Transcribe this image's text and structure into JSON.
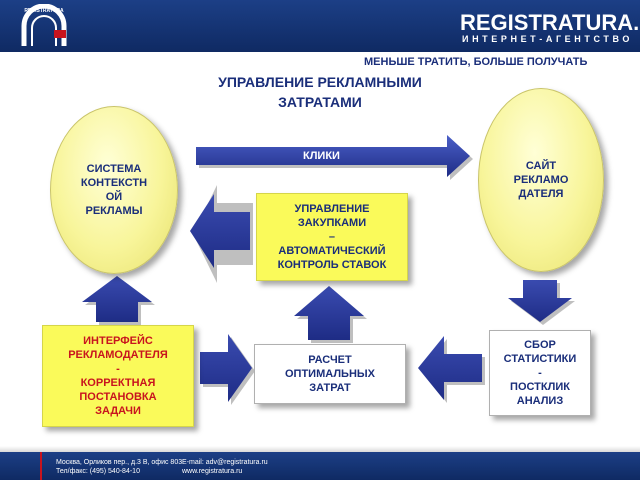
{
  "header": {
    "brand": "REGISTRATURA.RU",
    "brand_sub": "ИНТЕРНЕТ-АГЕНТСТВО",
    "logo_text": "REGISTRATURA"
  },
  "slogan": "МЕНЬШЕ ТРАТИТЬ,  БОЛЬШЕ ПОЛУЧАТЬ",
  "title": {
    "line1": "УПРАВЛЕНИЕ РЕКЛАМНЫМИ",
    "line2": "ЗАТРАТАМИ"
  },
  "nodes": {
    "context_system": [
      "СИСТЕМА",
      "КОНТЕКСТН",
      "ОЙ",
      "РЕКЛАМЫ"
    ],
    "advertiser_site": [
      "САЙТ",
      "РЕКЛАМО",
      "ДАТЕЛЯ"
    ],
    "purchase_mgmt": [
      "УПРАВЛЕНИЕ",
      "ЗАКУПКАМИ",
      "–",
      "АВТОМАТИЧЕСКИЙ",
      "КОНТРОЛЬ СТАВОК"
    ],
    "advertiser_interface": [
      "ИНТЕРФЕЙС",
      "РЕКЛАМОДАТЕЛЯ",
      "-",
      "КОРРЕКТНАЯ",
      "ПОСТАНОВКА",
      "ЗАДАЧИ"
    ],
    "cost_calc": [
      "РАСЧЕТ",
      "ОПТИМАЛЬНЫХ",
      "ЗАТРАТ"
    ],
    "stats": [
      "СБОР",
      "СТАТИСТИКИ",
      "-",
      "ПОСТКЛИК",
      "АНАЛИЗ"
    ]
  },
  "clicks_label": "КЛИКИ",
  "footer": {
    "address": "Москва, Орликов пер., д.3 В, офис 803",
    "phone": "Тел/факс: (495) 540-84-10",
    "email": "E-mail: adv@registratura.ru",
    "site": "www.registratura.ru"
  },
  "colors": {
    "navy": "#1a2e7a",
    "arrow": "#2b3a9a",
    "yellow": "#fafa5a",
    "red_text": "#c8141e"
  }
}
